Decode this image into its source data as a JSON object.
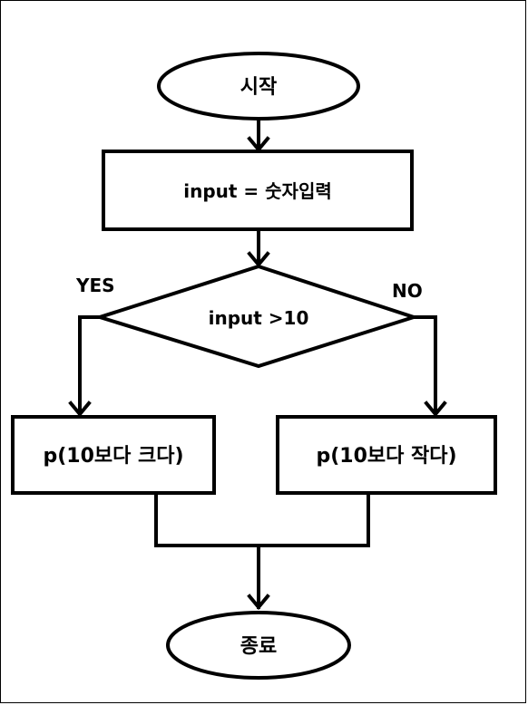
{
  "flowchart": {
    "start": "시작",
    "process_input": "input = 숫자입력",
    "decision": "input >10",
    "branch_yes": "YES",
    "branch_no": "NO",
    "yes_action": "p(10보다 크다)",
    "no_action": "p(10보다 작다)",
    "end": "종료"
  }
}
